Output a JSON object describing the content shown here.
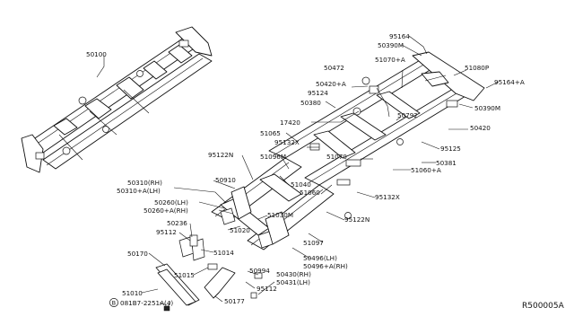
{
  "labels": {
    "p50100": "50100",
    "p95164_top": "95164",
    "p50390M_top": "50390M",
    "p51070A": "51070+A",
    "p50472": "50472",
    "p51080P": "51080P",
    "p95164A": "95164+A",
    "p50420A": "50420+A",
    "p95124": "95124",
    "p50380": "50380",
    "p50792": "50792",
    "p50390M_right": "50390M",
    "p50420": "50420",
    "p17420": "17420",
    "p51065": "51065",
    "p95132X_top": "95132X",
    "p95125": "95125",
    "p51070": "51070",
    "p50381": "50381",
    "p95122N_top": "95122N",
    "p51096M": "51096M",
    "p51060A": "51060+A",
    "p50910": "50910",
    "p50310RH": "50310(RH)",
    "p50310ALH": "50310+A(LH)",
    "p51040": "51040",
    "p51060": "51060",
    "p95132X_bottom": "95132X",
    "p50260LH": "50260(LH)",
    "p50260ARH": "50260+A(RH)",
    "p51030M": "51030M",
    "p95122N_bottom": "95122N",
    "p50236": "50236",
    "p95112_top": "95112",
    "p51020": "51020",
    "p51097": "51097",
    "p51014": "51014",
    "p50170": "50170",
    "p50496LH": "50496(LH)",
    "p50496ARH": "50496+A(RH)",
    "p51015": "51015",
    "p50994": "50994",
    "p50430RH": "50430(RH)",
    "p50431LH": "50431(LH)",
    "p95112_bottom": "95112",
    "p51010": "51010",
    "p081B7": "081B7-2251A(4)",
    "p50177": "50177",
    "bolt_prefix": "B"
  },
  "reference_code": "R500005A",
  "icons": {
    "bolt_marker": "circled-b-icon"
  }
}
